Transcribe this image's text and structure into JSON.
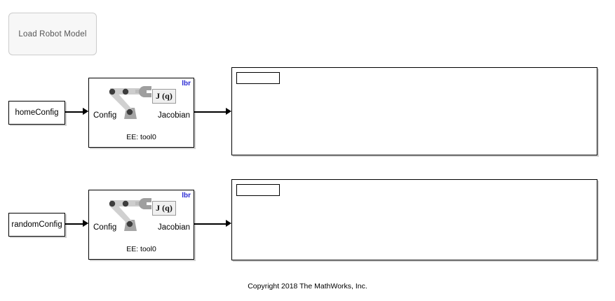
{
  "toolbar": {
    "load_button_label": "Load Robot Model"
  },
  "rows": [
    {
      "source_label": "homeConfig",
      "robot": {
        "model_tag": "lbr",
        "input_port_label": "Config",
        "output_port_label": "Jacobian",
        "end_effector_label": "EE: tool0",
        "jacobian_symbol": "J (q)"
      },
      "display": {
        "value": ""
      }
    },
    {
      "source_label": "randomConfig",
      "robot": {
        "model_tag": "lbr",
        "input_port_label": "Config",
        "output_port_label": "Jacobian",
        "end_effector_label": "EE: tool0",
        "jacobian_symbol": "J (q)"
      },
      "display": {
        "value": ""
      }
    }
  ],
  "footer": {
    "copyright": "Copyright 2018 The MathWorks, Inc."
  },
  "colors": {
    "model_tag": "#2c2cd4",
    "block_border": "#000000",
    "canvas_background": "#ffffff",
    "robot_link": "#c9c9c9",
    "robot_joint": "#4a4a4a",
    "button_background": "#f7f7f7"
  }
}
